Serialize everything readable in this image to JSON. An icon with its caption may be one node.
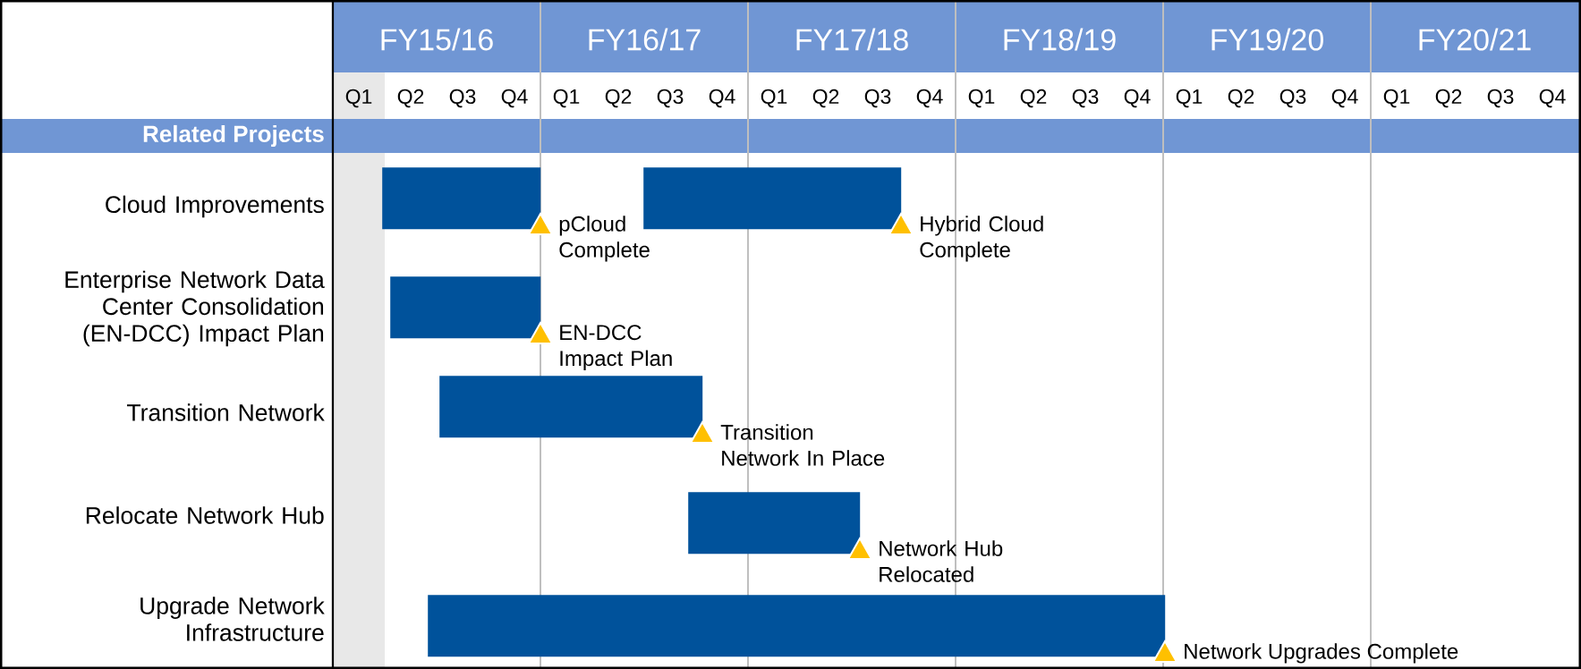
{
  "diagram": {
    "nodes": [
      {
        "text": [],
        "shape": "bar"
      },
      {
        "text": [],
        "shape": "bar"
      },
      {
        "text": [],
        "shape": "bar"
      },
      {
        "text": [],
        "shape": "bar"
      },
      {
        "text": [],
        "shape": "bar"
      },
      {
        "text": [],
        "shape": "bar"
      }
    ],
    "labels": [
      "FY15/16",
      "FY16/17",
      "FY17/18",
      "FY18/19",
      "FY19/20",
      "FY20/21",
      "Q1",
      "Q2",
      "Q3",
      "Q4",
      "Q1",
      "Q2",
      "Q3",
      "Q4",
      "Q1",
      "Q2",
      "Q3",
      "Q4",
      "Q1",
      "Q2",
      "Q3",
      "Q4",
      "Q1",
      "Q2",
      "Q3",
      "Q4",
      "Q1",
      "Q2",
      "Q3",
      "Q4",
      "Related Projects",
      "Cloud Improvements",
      "pCloud Complete",
      "Hybrid Cloud Complete",
      "Enterprise Network Data Center Consolidation (EN-DCC) Impact Plan",
      "EN-DCC Impact Plan",
      "Transition Network",
      "Transition Network In Place",
      "Relocate Network Hub",
      "Network Hub Relocated",
      "Upgrade Network Infrastructure",
      "Network Upgrades Complete"
    ]
  }
}
